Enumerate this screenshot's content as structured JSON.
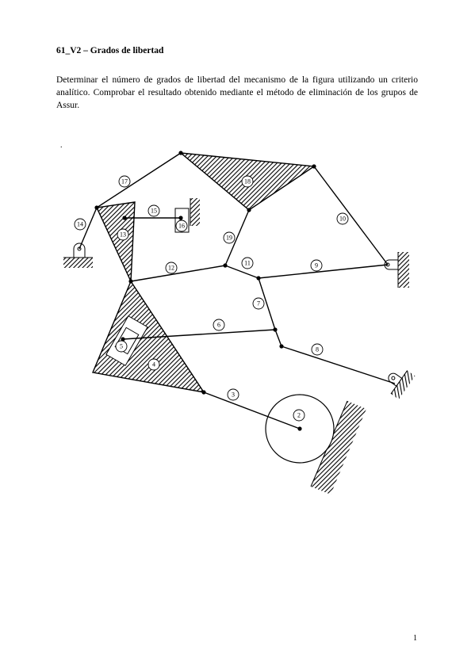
{
  "document": {
    "title": "61_V2 – Grados de libertad",
    "paragraph": "Determinar el número de grados de libertad del mecanismo de la figura utilizando un criterio analítico. Comprobar el resultado obtenido mediante el método de eliminación de los grupos de Assur.",
    "mark": ".",
    "page_number": "1"
  },
  "figure": {
    "labels": {
      "l2": "2",
      "l3": "3",
      "l4": "4",
      "l5": "5",
      "l6": "6",
      "l7": "7",
      "l8": "8",
      "l9": "9",
      "l10": "10",
      "l11": "11",
      "l12": "12",
      "l13": "13",
      "l14": "14",
      "l15": "15",
      "l16": "16",
      "l17": "17",
      "l18": "18",
      "l19": "19"
    }
  }
}
